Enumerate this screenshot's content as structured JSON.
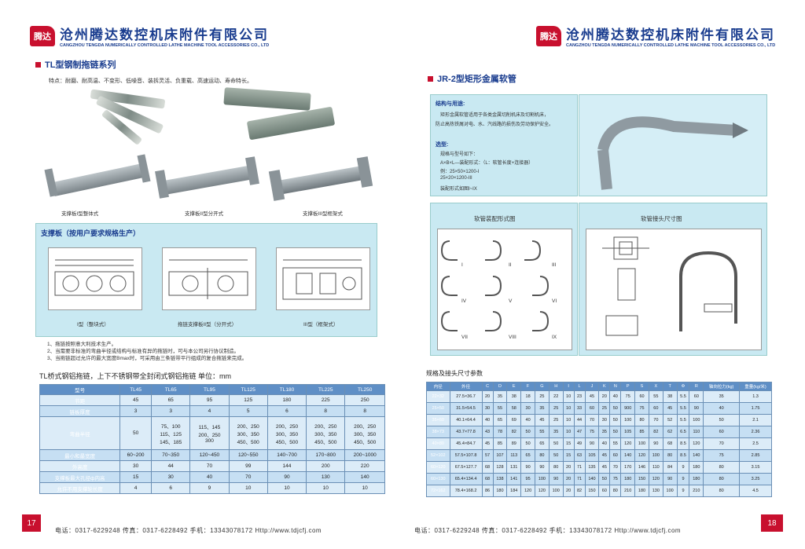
{
  "left": {
    "logo": {
      "mark": "腾达",
      "cn": "沧州腾达数控机床附件有限公司",
      "en": "CANGZHOU TENGDA NUMERICALLY CONTROLLED LATHE MACHINE TOOL ACCESSORIES CO., LTD"
    },
    "section_title": "TL型钢制拖链系列",
    "features": "特点：耐磨、耐高温、不变形、低噪音、装拆灵活、负重载、高速运动、寿命特长。",
    "captions": [
      "支撑板I型整体式",
      "支撑板II型分开式",
      "支撑板III型框架式"
    ],
    "support_title": "支撑板（按用户要求规格生产）",
    "drawing_labels": [
      "I型（整块式）",
      "拖链支撑板II型（分开式）",
      "III型（框架式）"
    ],
    "notes": [
      "1、拖链按照意大利技术生产。",
      "2、当需要非标准的弯曲半径或结构与标准有异的拖链时，可与本公司另行协议制造。",
      "3、当拖链超过允许的最大宽度Bmax时，可采用由三条链带平行组成的复合拖链来完成。"
    ],
    "table_title": "TL桥式钢铝拖链，上下不锈钢带全封闭式钢铝拖链 单位：mm",
    "table": {
      "headers": [
        "型号",
        "TL45",
        "TL65",
        "TL95",
        "TL125",
        "TL180",
        "TL225",
        "TL250"
      ],
      "rows": [
        [
          "节距",
          "45",
          "65",
          "95",
          "125",
          "180",
          "225",
          "250"
        ],
        [
          "链板厚度",
          "3",
          "3",
          "4",
          "5",
          "6",
          "8",
          "8"
        ],
        [
          "弯曲半径",
          "50",
          "75、100\n115、125\n145、185",
          "115、145\n200、250\n300",
          "200、250\n300、350\n450、500",
          "200、250\n300、350\n450、500",
          "200、250\n300、350\n450、500",
          "200、250\n300、350\n450、500"
        ],
        [
          "最小和最宽度",
          "60~200",
          "70~350",
          "120~450",
          "120~550",
          "140~700",
          "170~800",
          "200~1000"
        ],
        [
          "外高度",
          "30",
          "44",
          "70",
          "99",
          "144",
          "200",
          "220"
        ],
        [
          "支撑板最大孔径ф内高",
          "15",
          "30",
          "40",
          "70",
          "90",
          "130",
          "140"
        ],
        [
          "允许不用支撑轮长度",
          "4",
          "6",
          "9",
          "10",
          "10",
          "10",
          "10"
        ]
      ]
    },
    "page_number": "17",
    "footer": "电话：0317-6229248   传真：0317-6228492   手机：13343078172   Http://www.tdjcfj.com"
  },
  "right": {
    "logo": {
      "mark": "腾达",
      "cn": "沧州腾达数控机床附件有限公司",
      "en": "CANGZHOU TENGDA NUMERICALLY CONTROLLED LATHE MACHINE TOOL ACCESSORIES CO., LTD"
    },
    "section_title": "JR-2型矩形金属软管",
    "structure_title": "结构与用途:",
    "structure_text": [
      "矩形金属软管适用于各类金属切削机床及切割机床，",
      "防止高热铁屑对电、水、汽线路的损伤及劳动保护安全。"
    ],
    "select_title": "选型:",
    "select_text": [
      "规格与型号如下：",
      "A×B×L—装配形式：（L：软管长度+连接器）",
      "例：25×50×1200-I",
      "25×20×1200-III",
      "装配形式如图I~IX"
    ],
    "diagram1_title": "软管装配形式图",
    "diagram1_labels": [
      "I",
      "II",
      "III",
      "IV",
      "V",
      "VI",
      "VII",
      "VIII",
      "IX"
    ],
    "diagram2_title": "软管接头尺寸图",
    "table_title": "规格及接头尺寸参数",
    "table": {
      "headers": [
        "内径",
        "外径",
        "C",
        "D",
        "E",
        "F",
        "G",
        "H",
        "I",
        "L",
        "J",
        "K",
        "N",
        "P",
        "S",
        "X",
        "T",
        "Φ",
        "R",
        "轴向拉力(kg)",
        "重量(kg/米)"
      ],
      "rows": [
        [
          "22×32",
          "27.5×36.7",
          "20",
          "35",
          "38",
          "18",
          "25",
          "22",
          "10",
          "23",
          "45",
          "20",
          "40",
          "75",
          "60",
          "55",
          "38",
          "5.5",
          "60",
          "35",
          "1.3"
        ],
        [
          "25×50",
          "31.5×54.5",
          "30",
          "55",
          "58",
          "30",
          "35",
          "25",
          "10",
          "33",
          "60",
          "25",
          "50",
          "900",
          "75",
          "60",
          "45",
          "5.5",
          "90",
          "40",
          "1.75"
        ],
        [
          "35×60",
          "40.1×64.4",
          "40",
          "65",
          "69",
          "40",
          "45",
          "25",
          "10",
          "44",
          "70",
          "30",
          "50",
          "100",
          "80",
          "70",
          "52",
          "5.5",
          "100",
          "50",
          "2.1"
        ],
        [
          "38×73",
          "43.7×77.8",
          "43",
          "78",
          "82",
          "50",
          "55",
          "35",
          "10",
          "47",
          "75",
          "35",
          "50",
          "105",
          "85",
          "82",
          "62",
          "6.5",
          "110",
          "60",
          "2.36"
        ],
        [
          "40×80",
          "45.4×84.7",
          "45",
          "85",
          "89",
          "50",
          "65",
          "50",
          "15",
          "49",
          "90",
          "40",
          "55",
          "120",
          "100",
          "90",
          "68",
          "8.5",
          "120",
          "70",
          "2.5"
        ],
        [
          "52×102",
          "57.5×107.8",
          "57",
          "107",
          "113",
          "65",
          "80",
          "50",
          "15",
          "63",
          "105",
          "45",
          "60",
          "140",
          "120",
          "100",
          "80",
          "8.5",
          "140",
          "75",
          "2.85"
        ],
        [
          "60×120",
          "67.5×127.7",
          "68",
          "128",
          "131",
          "90",
          "90",
          "80",
          "20",
          "71",
          "135",
          "45",
          "70",
          "170",
          "146",
          "110",
          "84",
          "9",
          "180",
          "80",
          "3.15"
        ],
        [
          "60×130",
          "65.4×134.4",
          "68",
          "138",
          "141",
          "95",
          "100",
          "90",
          "20",
          "71",
          "140",
          "50",
          "75",
          "180",
          "150",
          "120",
          "90",
          "9",
          "180",
          "80",
          "3.25"
        ],
        [
          "72×162",
          "78.4×168.2",
          "86",
          "180",
          "184",
          "120",
          "120",
          "100",
          "20",
          "82",
          "150",
          "60",
          "80",
          "210",
          "180",
          "130",
          "100",
          "9",
          "210",
          "80",
          "4.5"
        ]
      ]
    },
    "page_number": "18",
    "footer": "电话：0317-6229248   传真：0317-6228492   手机：13343078172   Http://www.tdjcfj.com"
  },
  "colors": {
    "brand_blue": "#1a3d8f",
    "brand_red": "#c8102e",
    "panel": "#c9e9f2",
    "table_head": "#5f8fc6"
  }
}
